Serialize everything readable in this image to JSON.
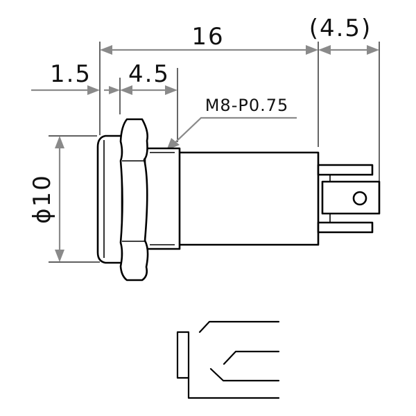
{
  "dimensions": {
    "overall_length": "16",
    "terminal_length": "(4.5)",
    "bezel_thickness": "1.5",
    "nut_width": "4.5",
    "thread_spec": "M8-P0.75",
    "diameter": "ϕ10"
  },
  "colors": {
    "outline": "#000000",
    "dimension_lines": "#8a8a8a",
    "background": "#ffffff"
  }
}
